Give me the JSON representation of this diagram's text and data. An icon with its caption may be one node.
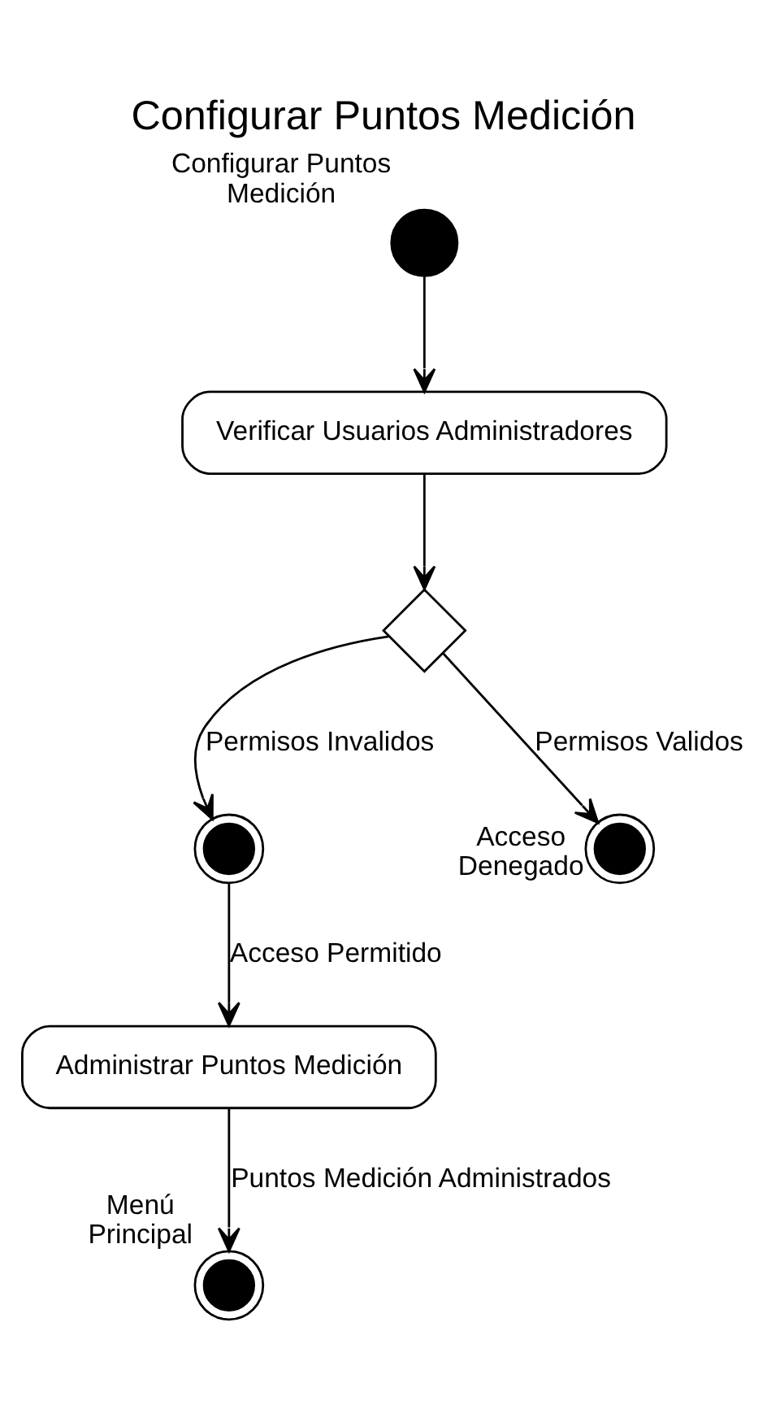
{
  "diagram": {
    "title": "Configurar Puntos Medición",
    "nodes": [
      {
        "text": [],
        "shape": "circle",
        "beside": [
          "Configurar Puntos Medición"
        ]
      },
      {
        "text": [
          "Verificar Usuarios Administradores"
        ]
      },
      {
        "text": [],
        "shape": "diamond"
      },
      {
        "text": [],
        "shape": "circle"
      },
      {
        "text": [],
        "shape": "circle",
        "beside": [
          "Acceso Denegado"
        ]
      },
      {
        "text": [
          "Administrar Puntos Medición"
        ]
      },
      {
        "text": [],
        "shape": "circle",
        "beside": [
          "Menú Principal"
        ]
      }
    ],
    "edges": [
      {
        "from": 0,
        "to": 1,
        "arrow": "to"
      },
      {
        "from": 1,
        "to": 2,
        "arrow": "to"
      },
      {
        "from": 2,
        "to": 3,
        "arrow": "to",
        "label": "Permisos Invalidos"
      },
      {
        "from": 2,
        "to": 4,
        "arrow": "to",
        "label": "Permisos Validos"
      },
      {
        "from": 3,
        "to": 5,
        "arrow": "to",
        "label": "Acceso Permitido"
      },
      {
        "from": 5,
        "to": 6,
        "arrow": "to",
        "label": "Puntos Medición Administrados"
      }
    ]
  }
}
